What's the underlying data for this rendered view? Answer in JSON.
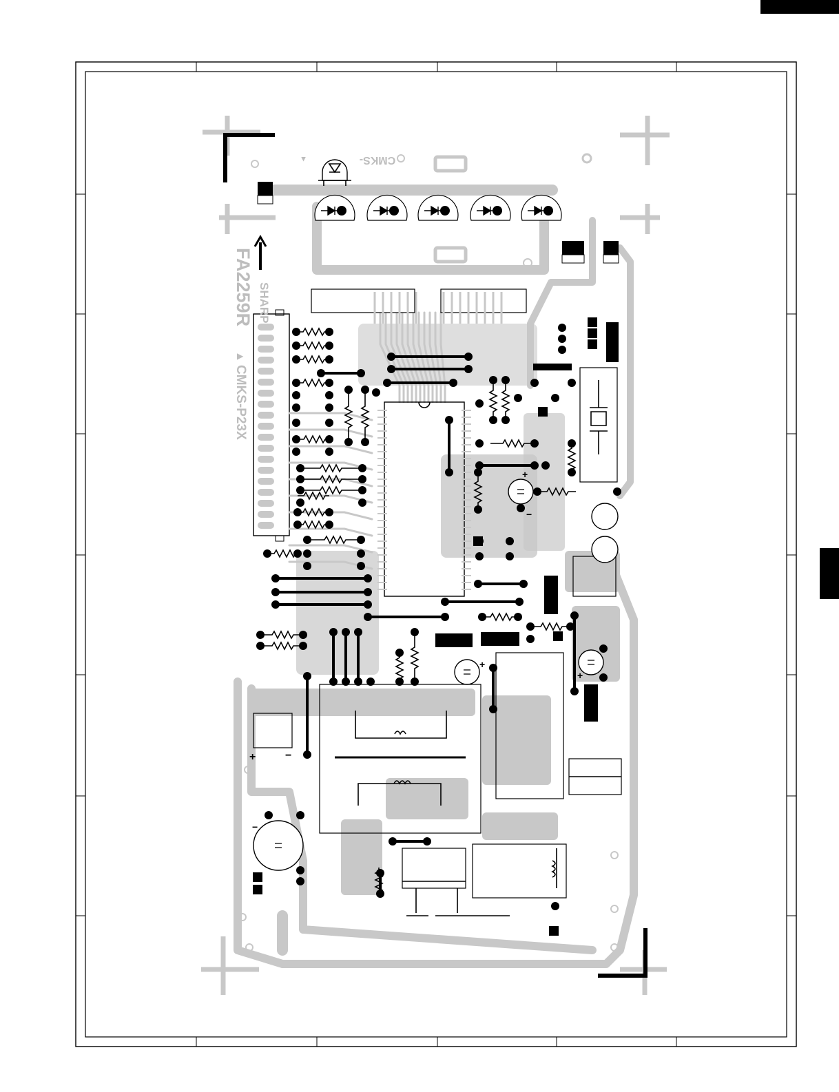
{
  "board": {
    "silkscreen_top": "CMKS-",
    "brand": "SHARP",
    "part_code": "FA2259R",
    "model_code": "CMKS-P23X",
    "rev_mark": "▲",
    "plus_sign": "+",
    "minus_sign": "−"
  },
  "colors": {
    "ink": "#000000",
    "copper": "#c8c8c8",
    "frame": "#000000",
    "background": "#ffffff"
  }
}
